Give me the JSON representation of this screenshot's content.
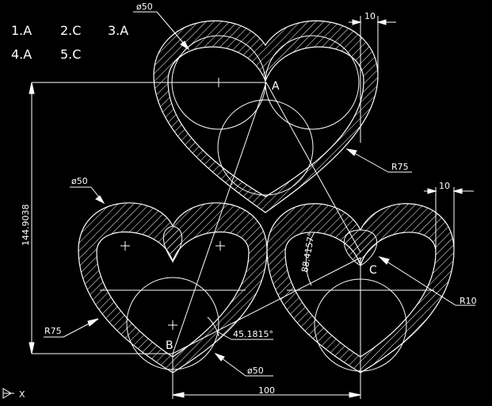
{
  "answers": [
    "1.A",
    "2.C",
    "3.A",
    "4.A",
    "5.C"
  ],
  "dimensions": {
    "top_diameter": "ø50",
    "top_wall": "10",
    "top_radius": "R75",
    "left_diameter": "ø50",
    "right_wall": "10",
    "vertical_dim": "144.9038",
    "left_radius": "R75",
    "angle_right": "88.4157°",
    "right_radius": "R10",
    "angle_bottom": "45.1815°",
    "bottom_diameter": "ø50",
    "horizontal_dim": "100"
  },
  "points": {
    "A": "A",
    "B": "B",
    "C": "C"
  },
  "ucs_label": "X",
  "colors": {
    "background": "#000000",
    "line": "#ffffff"
  }
}
